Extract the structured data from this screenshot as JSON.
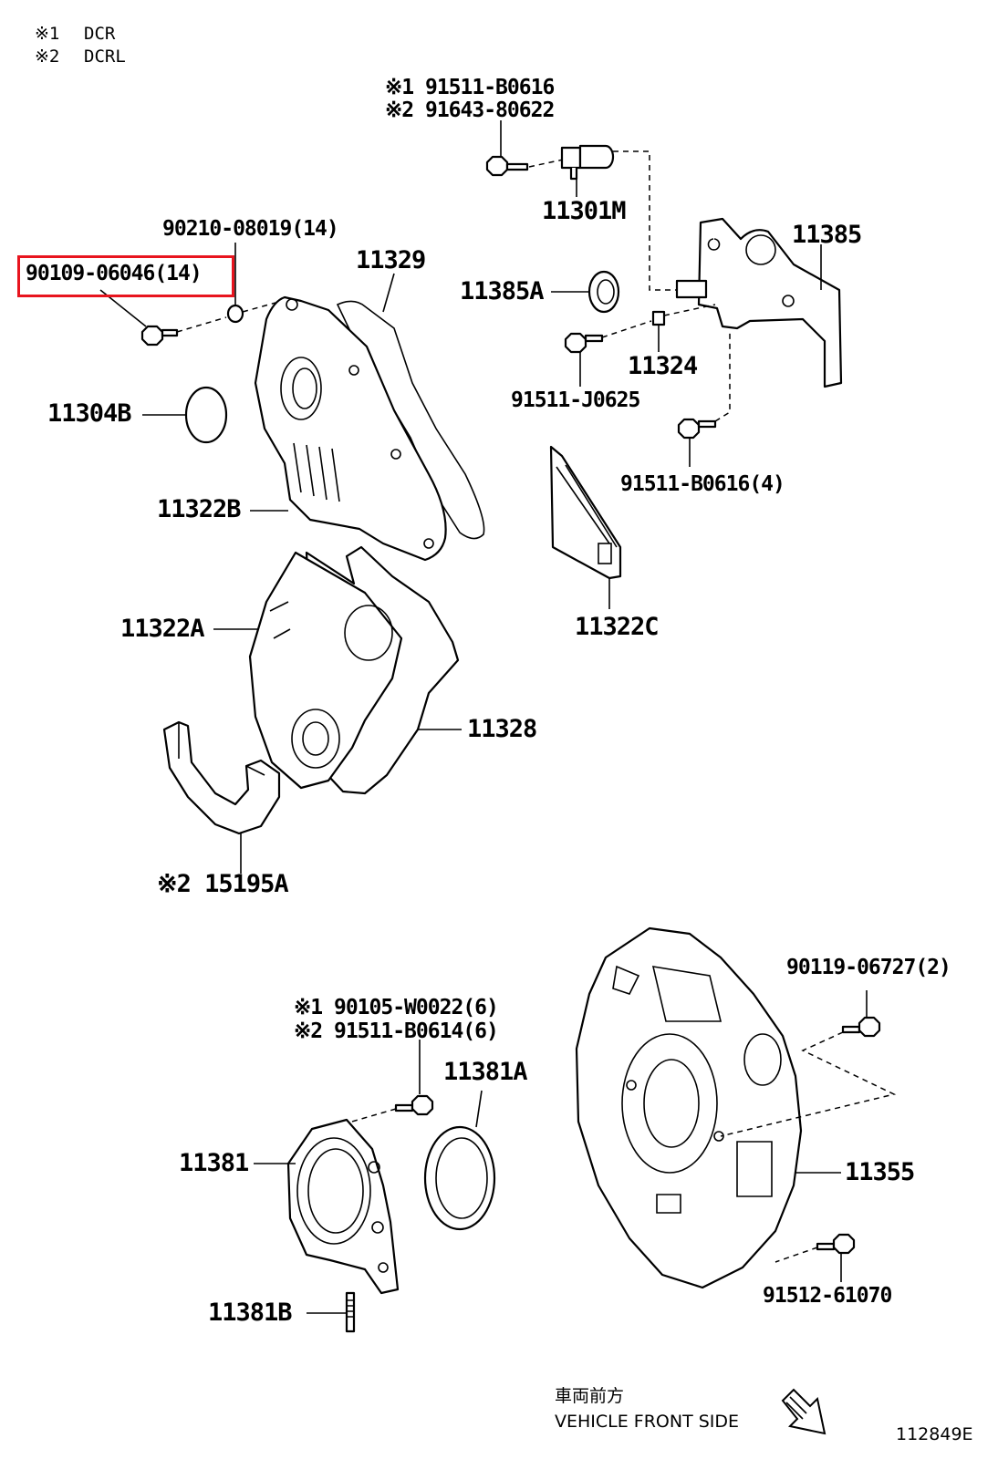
{
  "legend": [
    {
      "mark": "※1",
      "code": "DCR"
    },
    {
      "mark": "※2",
      "code": "DCRL"
    }
  ],
  "highlight_color": "#e8141e",
  "callouts": {
    "c1_line1": "※1 91511-B0616",
    "c1_line2": "※2 91643-80622",
    "p11301M": "11301M",
    "p11385": "11385",
    "p90210": "90210-08019(14)",
    "p90109": "90109-06046(14)",
    "p11329": "11329",
    "p11385A": "11385A",
    "p11324": "11324",
    "p91511J": "91511-J0625",
    "p11304B": "11304B",
    "p91511B4": "91511-B0616(4)",
    "p11322B": "11322B",
    "p11322C": "11322C",
    "p11322A": "11322A",
    "p11328": "11328",
    "p15195A": "※2 15195A",
    "p90119": "90119-06727(2)",
    "c2_line1": "※1 90105-W0022(6)",
    "c2_line2": "※2 91511-B0614(6)",
    "p11381A": "11381A",
    "p11381": "11381",
    "p11355": "11355",
    "p11381B": "11381B",
    "p91512": "91512-61070"
  },
  "footer": {
    "direction_jp": "車両前方",
    "direction_en": "VEHICLE FRONT SIDE",
    "illustration_no": "112849E"
  },
  "icons": {
    "direction_arrow": "arrow-down-right-icon"
  }
}
